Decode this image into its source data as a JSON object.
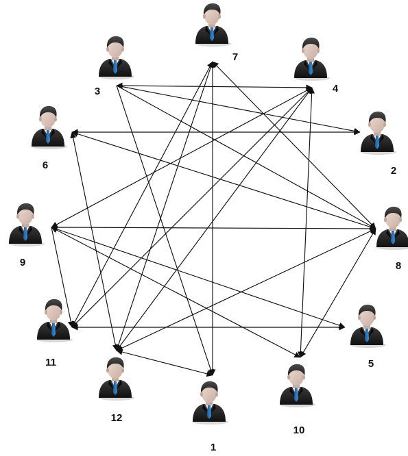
{
  "diagram": {
    "nodes": [
      {
        "id": "1",
        "label": "1",
        "icon": "businessman-icon"
      },
      {
        "id": "2",
        "label": "2",
        "icon": "businessman-icon"
      },
      {
        "id": "3",
        "label": "3",
        "icon": "businessman-icon"
      },
      {
        "id": "4",
        "label": "4",
        "icon": "businessman-icon"
      },
      {
        "id": "5",
        "label": "5",
        "icon": "businessman-icon"
      },
      {
        "id": "6",
        "label": "6",
        "icon": "businessman-icon"
      },
      {
        "id": "7",
        "label": "7",
        "icon": "businessman-icon"
      },
      {
        "id": "8",
        "label": "8",
        "icon": "businessman-icon"
      },
      {
        "id": "9",
        "label": "9",
        "icon": "businessman-icon"
      },
      {
        "id": "10",
        "label": "10",
        "icon": "businessman-icon"
      },
      {
        "id": "11",
        "label": "11",
        "icon": "businessman-icon"
      },
      {
        "id": "12",
        "label": "12",
        "icon": "businessman-icon"
      }
    ],
    "edges": [
      {
        "from": "3",
        "to": "4",
        "bidirectional": true
      },
      {
        "from": "6",
        "to": "2",
        "bidirectional": true
      },
      {
        "from": "9",
        "to": "8",
        "bidirectional": true
      },
      {
        "from": "11",
        "to": "5",
        "bidirectional": true
      },
      {
        "from": "12",
        "to": "1",
        "bidirectional": true
      },
      {
        "from": "1",
        "to": "7",
        "bidirectional": true
      },
      {
        "from": "3",
        "to": "2",
        "bidirectional": false
      },
      {
        "from": "3",
        "to": "8",
        "bidirectional": false
      },
      {
        "from": "3",
        "to": "1",
        "bidirectional": false
      },
      {
        "from": "4",
        "to": "9",
        "bidirectional": true
      },
      {
        "from": "4",
        "to": "11",
        "bidirectional": true
      },
      {
        "from": "4",
        "to": "12",
        "bidirectional": true
      },
      {
        "from": "4",
        "to": "10",
        "bidirectional": true
      },
      {
        "from": "7",
        "to": "8",
        "bidirectional": true
      },
      {
        "from": "7",
        "to": "11",
        "bidirectional": true
      },
      {
        "from": "7",
        "to": "12",
        "bidirectional": true
      },
      {
        "from": "6",
        "to": "8",
        "bidirectional": true
      },
      {
        "from": "6",
        "to": "12",
        "bidirectional": true
      },
      {
        "from": "9",
        "to": "11",
        "bidirectional": false
      },
      {
        "from": "9",
        "to": "5",
        "bidirectional": true
      },
      {
        "from": "9",
        "to": "10",
        "bidirectional": true
      },
      {
        "from": "8",
        "to": "10",
        "bidirectional": true
      },
      {
        "from": "8",
        "to": "12",
        "bidirectional": true
      }
    ]
  }
}
